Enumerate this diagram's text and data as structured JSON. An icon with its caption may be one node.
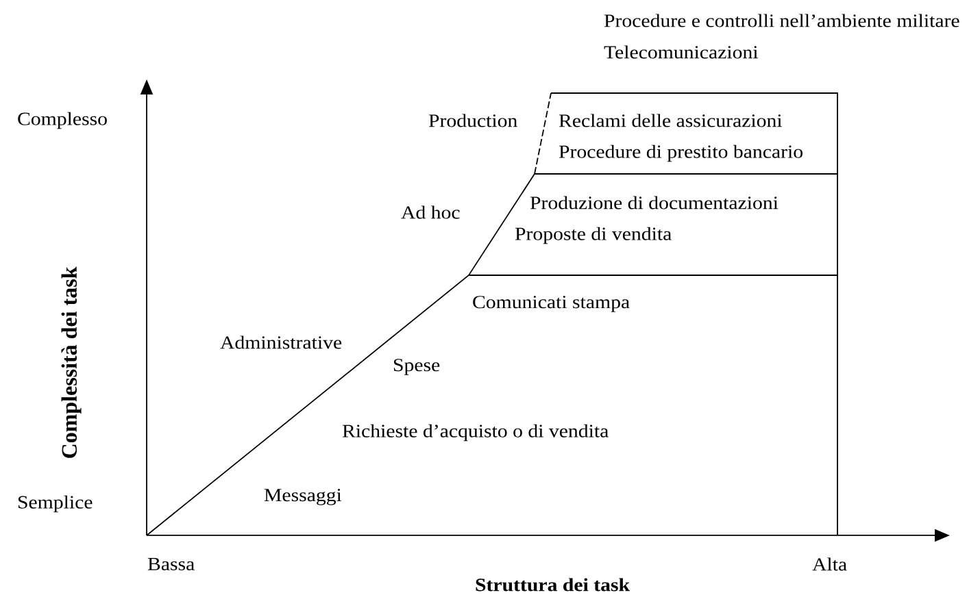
{
  "diagram": {
    "labels": [
      "Procedure e controlli nell’ambiente militare",
      "Telecomunicazioni",
      "Complesso",
      "Production",
      "Reclami delle assicurazioni",
      "Procedure di prestito bancario",
      "Produzione di documentazioni",
      "Ad hoc",
      "Proposte di vendita",
      "Comunicati stampa",
      "Administrative",
      "Spese",
      "Complessità dei task",
      "Richieste d’acquisto o di vendita",
      "Semplice",
      "Messaggi",
      "Bassa",
      "Alta",
      "Struttura dei task"
    ]
  }
}
